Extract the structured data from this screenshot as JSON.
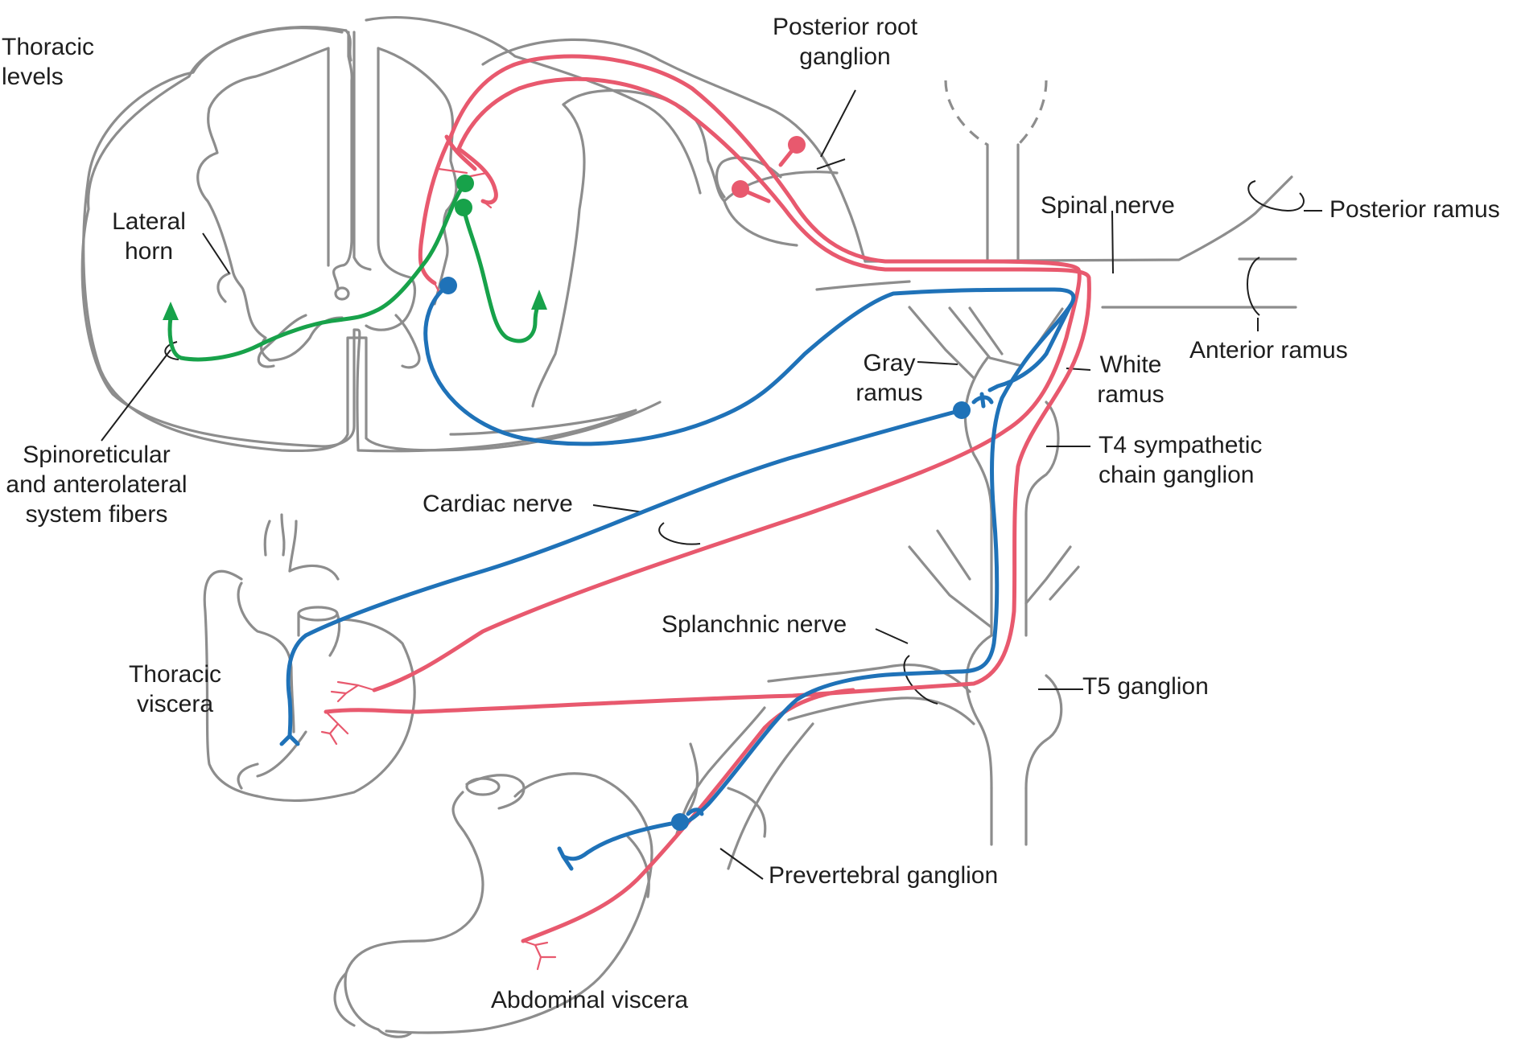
{
  "labels": {
    "thoracic_levels": "Thoracic\nlevels",
    "lateral_horn": "Lateral\nhorn",
    "spinoreticular": "Spinoreticular\nand anterolateral\nsystem fibers",
    "posterior_root_ganglion": "Posterior root\nganglion",
    "spinal_nerve": "Spinal nerve",
    "posterior_ramus": "Posterior ramus",
    "anterior_ramus": "Anterior ramus",
    "gray_ramus": "Gray\nramus",
    "white_ramus": "White\nramus",
    "t4_ganglion": "T4 sympathetic\nchain ganglion",
    "cardiac_nerve": "Cardiac nerve",
    "thoracic_viscera": "Thoracic\nviscera",
    "splanchnic_nerve": "Splanchnic nerve",
    "t5_ganglion": "T5 ganglion",
    "prevertebral_ganglion": "Prevertebral ganglion",
    "abdominal_viscera": "Abdominal viscera"
  },
  "colors": {
    "afferent": "#e8596e",
    "efferent": "#1f72b8",
    "ascending": "#17a24a",
    "outline": "#8d8d8d"
  },
  "icons": {
    "ascending_arrow": "arrowhead",
    "neuron_body": "filled-circle"
  }
}
